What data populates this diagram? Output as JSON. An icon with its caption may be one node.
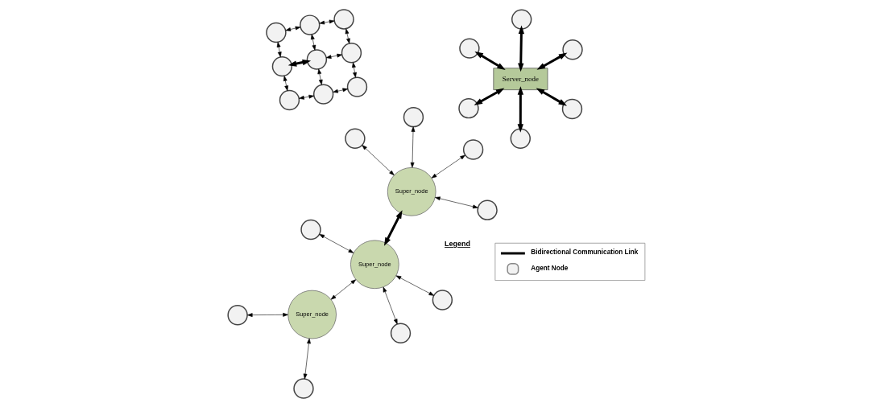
{
  "diagram": {
    "nodes": [
      {
        "text": [
          "Server_node"
        ]
      },
      {
        "text": [],
        "shape": "circle"
      },
      {
        "text": [],
        "shape": "circle"
      },
      {
        "text": [],
        "shape": "circle"
      },
      {
        "text": [],
        "shape": "circle"
      },
      {
        "text": [],
        "shape": "circle"
      },
      {
        "text": [],
        "shape": "circle"
      },
      {
        "text": [
          "Super_node"
        ]
      },
      {
        "text": [],
        "shape": "circle"
      },
      {
        "text": [],
        "shape": "circle"
      },
      {
        "text": [],
        "shape": "circle"
      },
      {
        "text": [],
        "shape": "circle"
      },
      {
        "text": [
          "Super_node"
        ]
      },
      {
        "text": [
          "Super_node"
        ]
      },
      {
        "text": [],
        "shape": "circle"
      },
      {
        "text": [],
        "shape": "circle"
      },
      {
        "text": [],
        "shape": "circle"
      },
      {
        "text": [],
        "shape": "circle"
      },
      {
        "text": [],
        "shape": "circle"
      },
      {
        "text": [],
        "shape": "circle"
      },
      {
        "text": [],
        "shape": "circle"
      },
      {
        "text": [],
        "shape": "circle"
      },
      {
        "text": [],
        "shape": "circle"
      },
      {
        "text": [],
        "shape": "circle"
      },
      {
        "text": [],
        "shape": "circle"
      },
      {
        "text": [],
        "shape": "circle"
      },
      {
        "text": [],
        "shape": "circle"
      },
      {
        "text": [],
        "shape": "circle"
      }
    ],
    "edges": [
      {
        "from": 0,
        "to": 1,
        "arrow": "both",
        "style": "thick"
      },
      {
        "from": 0,
        "to": 2,
        "arrow": "both",
        "style": "thick"
      },
      {
        "from": 0,
        "to": 3,
        "arrow": "both",
        "style": "thick"
      },
      {
        "from": 0,
        "to": 4,
        "arrow": "both",
        "style": "thick"
      },
      {
        "from": 0,
        "to": 5,
        "arrow": "both",
        "style": "thick"
      },
      {
        "from": 0,
        "to": 6,
        "arrow": "both",
        "style": "thick"
      },
      {
        "from": 7,
        "to": 8,
        "arrow": "both"
      },
      {
        "from": 7,
        "to": 9,
        "arrow": "both"
      },
      {
        "from": 12,
        "to": 10,
        "arrow": "both"
      },
      {
        "from": 12,
        "to": 11,
        "arrow": "both"
      },
      {
        "from": 12,
        "to": 13,
        "arrow": "both",
        "style": "thick"
      },
      {
        "from": 13,
        "to": 7,
        "arrow": "both"
      },
      {
        "from": 12,
        "to": 14,
        "arrow": "both"
      },
      {
        "from": 12,
        "to": 17,
        "arrow": "both"
      },
      {
        "from": 13,
        "to": 15,
        "arrow": "both"
      },
      {
        "from": 13,
        "to": 16,
        "arrow": "both"
      },
      {
        "from": 13,
        "to": 18,
        "arrow": "both"
      },
      {
        "from": 19,
        "to": 20,
        "arrow": "both"
      },
      {
        "from": 20,
        "to": 21,
        "arrow": "both"
      },
      {
        "from": 19,
        "to": 22,
        "arrow": "both"
      },
      {
        "from": 20,
        "to": 23,
        "arrow": "both",
        "style": "thick"
      },
      {
        "from": 21,
        "to": 24,
        "arrow": "both"
      },
      {
        "from": 22,
        "to": 23,
        "arrow": "both"
      },
      {
        "from": 23,
        "to": 24,
        "arrow": "both"
      },
      {
        "from": 22,
        "to": 25,
        "arrow": "both"
      },
      {
        "from": 23,
        "to": 26,
        "arrow": "both"
      },
      {
        "from": 24,
        "to": 27,
        "arrow": "both"
      },
      {
        "from": 25,
        "to": 26,
        "arrow": "both"
      },
      {
        "from": 26,
        "to": 27,
        "arrow": "both"
      }
    ],
    "labels": [
      "Legend"
    ],
    "legend": [
      {
        "text": "Bidirectional Communication Link"
      },
      {
        "text": "Agent Node"
      }
    ]
  }
}
